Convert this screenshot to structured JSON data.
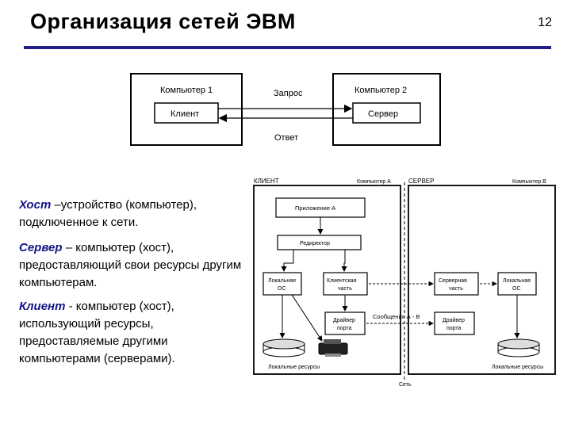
{
  "header": {
    "title": "Организация сетей ЭВМ",
    "page_number": "12"
  },
  "diagram1": {
    "computer1": "Компьютер 1",
    "computer2": "Компьютер 2",
    "client": "Клиент",
    "server": "Сервер",
    "request": "Запрос",
    "response": "Ответ"
  },
  "definitions": [
    {
      "term": "Хост",
      "text": " –устройство (компьютер), подключенное к сети."
    },
    {
      "term": "Сервер",
      "text": " – компьютер (хост), предоставляющий свои ресурсы другим компьютерам."
    },
    {
      "term": "Клиент",
      "text": " - компьютер (хост), использующий ресурсы, предоставляемые другими компьютерами (серверами)."
    }
  ],
  "diagram2": {
    "client_header": "КЛИЕНТ",
    "computer_a": "Компьютер А",
    "server_header": "СЕРВЕР",
    "computer_b": "Компьютер В",
    "app_a": "Приложение А",
    "redirector": "Редиректор",
    "local_os_1": "Локальная",
    "local_os_2": "ОС",
    "client_part_1": "Клиентская",
    "client_part_2": "часть",
    "server_part_1": "Серверная",
    "server_part_2": "часть",
    "port_driver_1": "Драйвер",
    "port_driver_2": "порта",
    "messages": "Сообщения А - В",
    "local_resources": "Локальные ресурсы",
    "network": "Сеть"
  }
}
